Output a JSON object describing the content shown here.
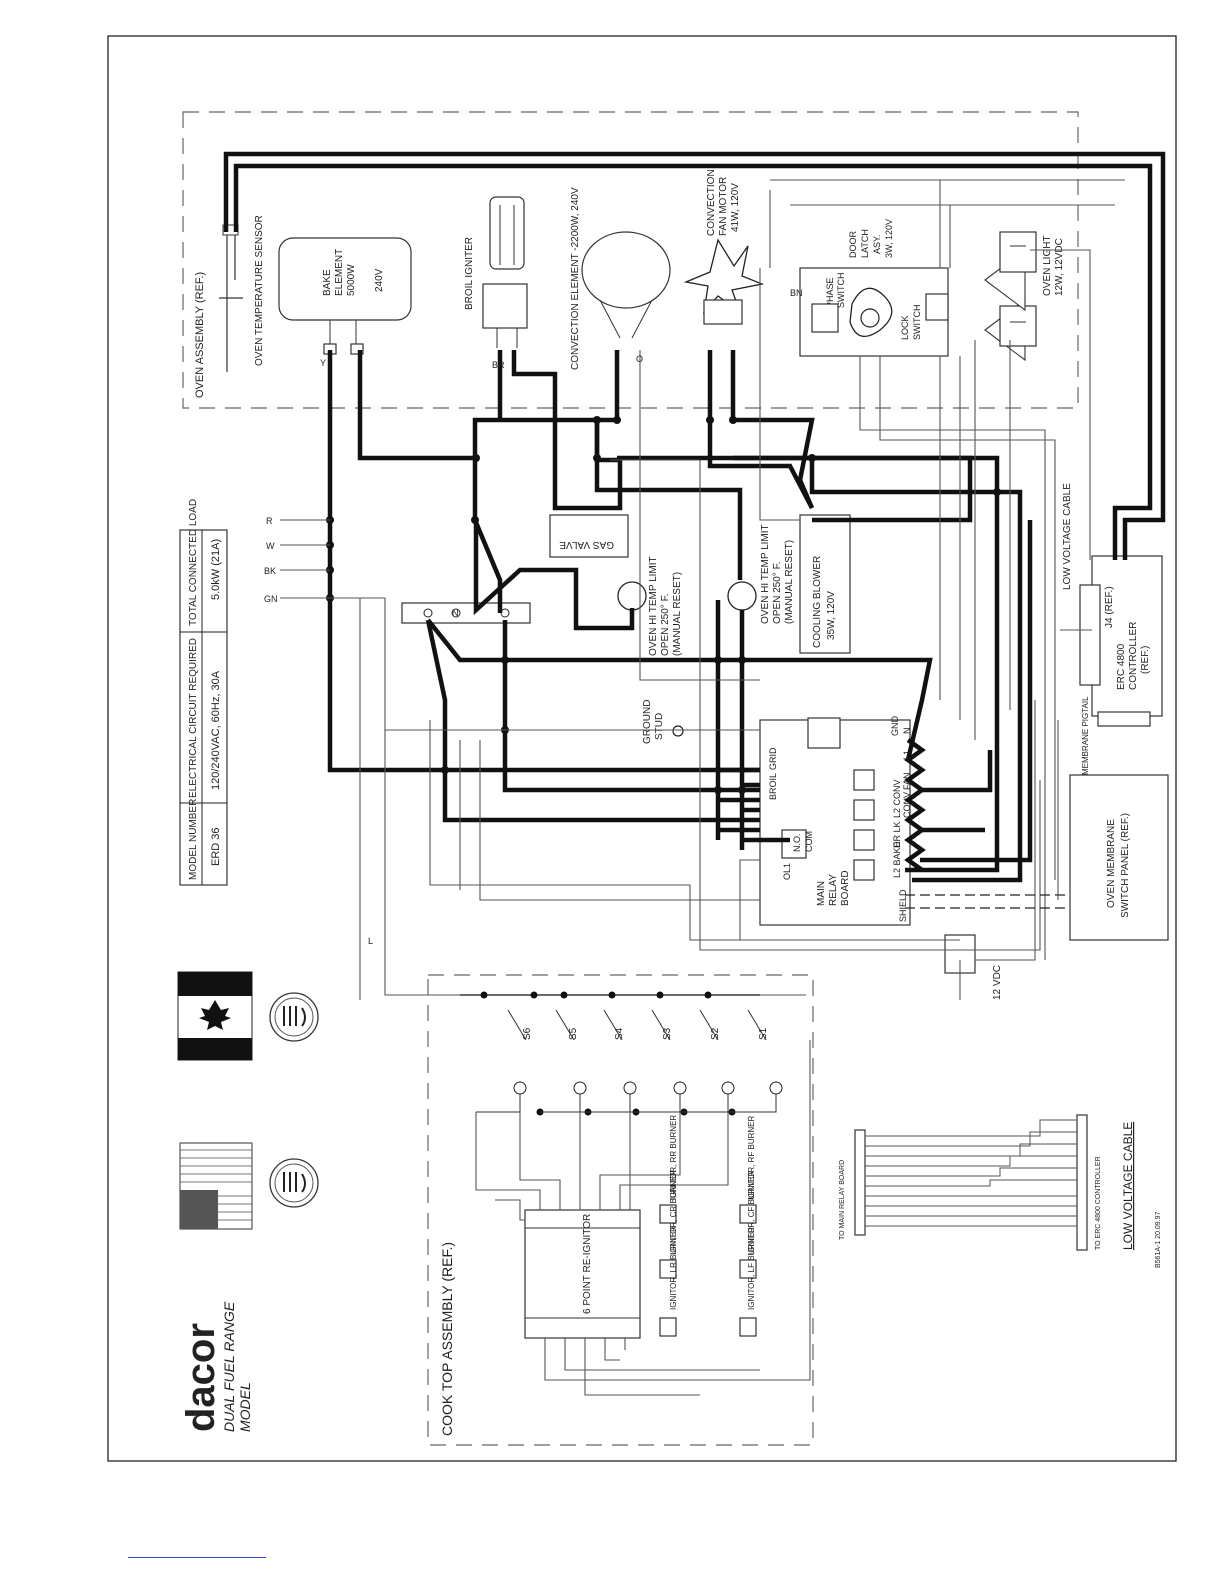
{
  "brand": {
    "name": "dacor",
    "line1": "DUAL FUEL RANGE",
    "line2": "MODEL"
  },
  "spec_table": {
    "headers": [
      "MODEL NUMBER",
      "ELECTRICAL CIRCUIT REQUIRED",
      "TOTAL CONNECTED LOAD"
    ],
    "row": [
      "ERD 36",
      "120/240VAC, 60Hz, 30A",
      "5.0kW (21A)"
    ]
  },
  "assemblies": {
    "oven": "OVEN ASSEMBLY (REF.)",
    "cooktop": "COOK TOP ASSEMBLY (REF.)"
  },
  "components": {
    "temp_sensor": "OVEN TEMPERATURE SENSOR",
    "bake_1": "BAKE",
    "bake_2": "ELEMENT",
    "bake_3": "5000W",
    "bake_4": "240V",
    "broil": "BROIL IGNITER",
    "convection": "CONVECTION ELEMENT -2200W, 240V",
    "fan_1": "CONVECTION",
    "fan_2": "FAN MOTOR",
    "fan_3": "41W, 120V",
    "latch_1": "DOOR",
    "latch_2": "LATCH",
    "latch_3": "ASY.",
    "latch_4": "3W, 120V",
    "phase_1": "PHASE",
    "phase_2": "SWITCH",
    "lock_1": "LOCK",
    "lock_2": "SWITCH",
    "light_1": "OVEN LIGHT",
    "light_2": "12W, 12VDC",
    "gas_valve": "GAS VALVE",
    "temp_limit1_1": "OVEN HI TEMP LIMIT",
    "temp_limit1_2": "OPEN 250° F.",
    "temp_limit1_3": "(MANUAL RESET)",
    "temp_limit2_1": "OVEN HI TEMP LIMIT",
    "temp_limit2_2": "OPEN 250° F.",
    "temp_limit2_3": "(MANUAL RESET)",
    "blower_1": "COOLING BLOWER",
    "blower_2": "35W, 120V",
    "ground_1": "GROUND",
    "ground_2": "STUD",
    "relay_1": "MAIN",
    "relay_2": "RELAY",
    "relay_3": "BOARD",
    "controller_1": "ERC 4800",
    "controller_2": "CONTROLLER",
    "controller_3": "(REF.)",
    "j4": "J4 (REF.)",
    "switch_panel_1": "OVEN MEMBRANE",
    "switch_panel_2": "SWITCH PANEL (REF.)",
    "membrane_pigtail": "MEMBRANE PIGTAIL",
    "lv_cable": "LOW VOLTAGE CABLE",
    "vdc": "12 VDC",
    "reignitor": "6 POINT RE-IGNITOR",
    "shield": "SHIELD"
  },
  "relay_pins": [
    "GND",
    "N",
    "L1",
    "FAN",
    "CONV",
    "L2 CONV",
    "DR LK",
    "L2 BAKE",
    "BROIL",
    "N.O.",
    "COM",
    "OL1",
    "GRID",
    "SHIELD"
  ],
  "wire_codes": [
    "R",
    "W",
    "BK",
    "GN",
    "Y",
    "BR",
    "O",
    "BN",
    "N",
    "L"
  ],
  "switches": [
    "S6",
    "S5",
    "S4",
    "S3",
    "S2",
    "S1"
  ],
  "ignitors": [
    "IGNITOR, RR BURNER",
    "IGNITOR, CR BURNER",
    "IGNITOR, LR BURNER",
    "IGNITOR, RF BURNER",
    "IGNITOR, CF BURNER",
    "IGNITOR, LF BURNER"
  ],
  "lv_cable_detail": {
    "title": "LOW VOLTAGE CABLE",
    "to_relay": "TO MAIN RELAY BOARD",
    "to_controller": "TO ERC 4800 CONTROLLER"
  },
  "doc_id": "B561A-1  20.09.97",
  "colors": {
    "ink": "#111111",
    "line": "#555555",
    "link": "#3344cc"
  }
}
